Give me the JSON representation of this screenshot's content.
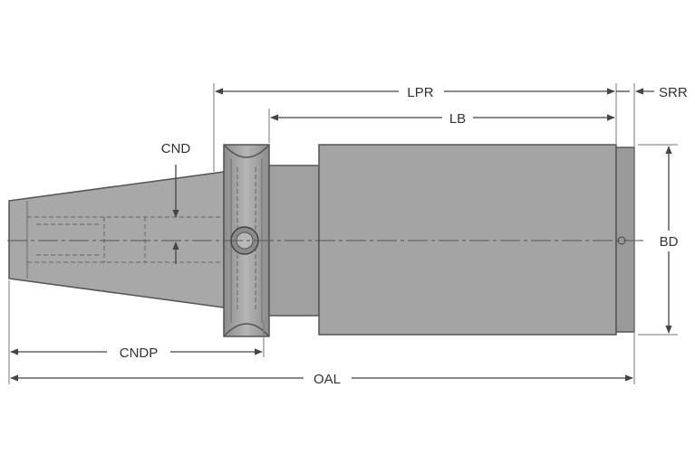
{
  "labels": {
    "lpr": "LPR",
    "lb": "LB",
    "srr": "SRR",
    "cnd": "CND",
    "bd": "BD",
    "cndp": "CNDP",
    "oal": "OAL"
  },
  "colors": {
    "body_fill": "#a4a4a4",
    "body_dark": "#7a7a7a",
    "body_light": "#bdbdbd",
    "outline": "#555555",
    "dim_line": "#444444",
    "text": "#333333"
  }
}
